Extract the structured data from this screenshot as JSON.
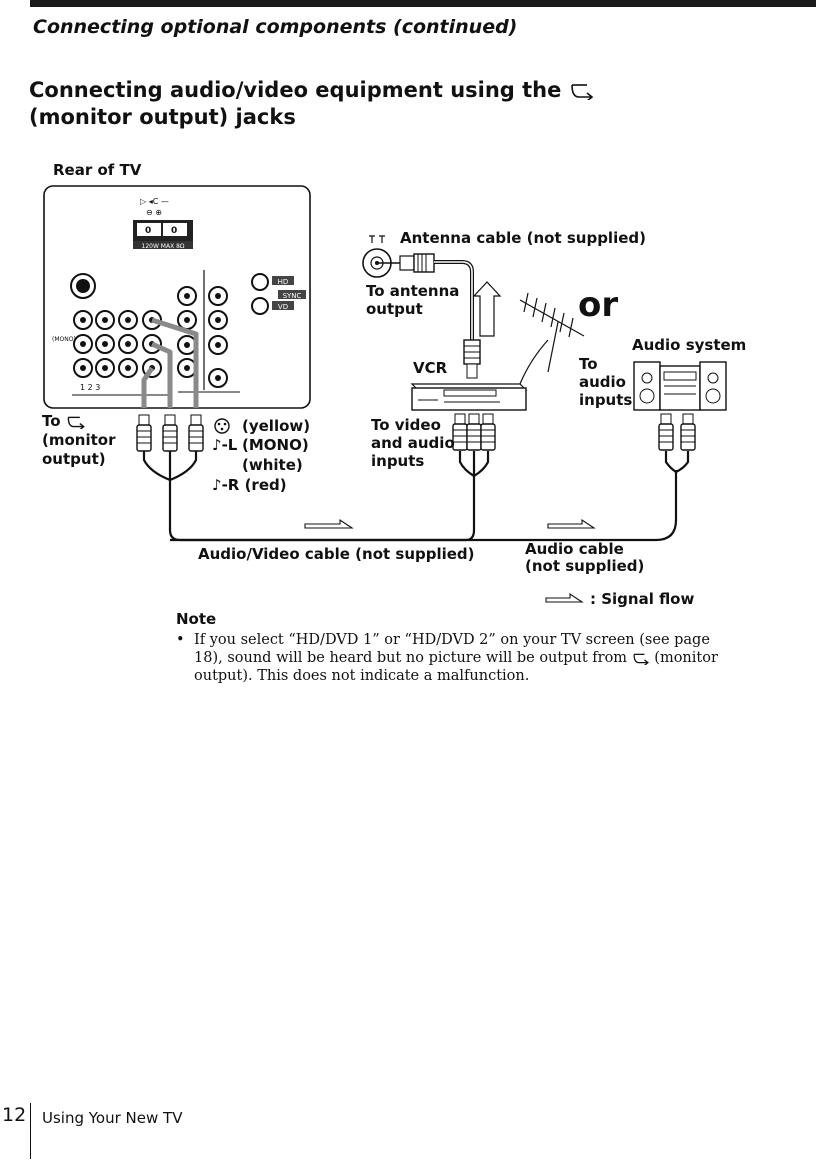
{
  "header": {
    "section_title": "Connecting optional components (continued)"
  },
  "page": {
    "heading_line1": "Connecting audio/video equipment using the",
    "heading_line2": "(monitor output) jacks"
  },
  "diagram": {
    "rear_of_tv": "Rear of TV",
    "antenna_cable": "Antenna cable (not supplied)",
    "to_antenna_output_1": "To antenna",
    "to_antenna_output_2": "output",
    "or": "or",
    "audio_system": "Audio system",
    "vcr": "VCR",
    "to_audio_inputs_1": "To",
    "to_audio_inputs_2": "audio",
    "to_audio_inputs_3": "inputs",
    "to_monitor_1": "To",
    "to_monitor_2": "(monitor",
    "to_monitor_3": "output)",
    "yellow": "(yellow)",
    "mono_l": "-L",
    "mono": "(MONO)",
    "white": "(white)",
    "r_red": "-R (red)",
    "to_video_audio_1": "To video",
    "to_video_audio_2": "and audio",
    "to_video_audio_3": "inputs",
    "av_cable": "Audio/Video cable (not supplied)",
    "audio_cable_1": "Audio cable",
    "audio_cable_2": "(not supplied)",
    "signal_flow": ": Signal flow",
    "panel_power": "120W MAX 8Ω",
    "panel_sync": "SYNC",
    "panel_hd": "HD",
    "panel_vd": "VD",
    "panel_mono": "(MONO)"
  },
  "note": {
    "title": "Note",
    "bullet": "•",
    "text_before_icon": "If you select “HD/DVD 1” or “HD/DVD 2” on your TV screen (see page 18), sound will be heard but no picture will be output from",
    "text_after_icon": "(monitor output). This does not indicate a malfunction."
  },
  "footer": {
    "page_number": "12",
    "section": "Using Your New TV"
  }
}
